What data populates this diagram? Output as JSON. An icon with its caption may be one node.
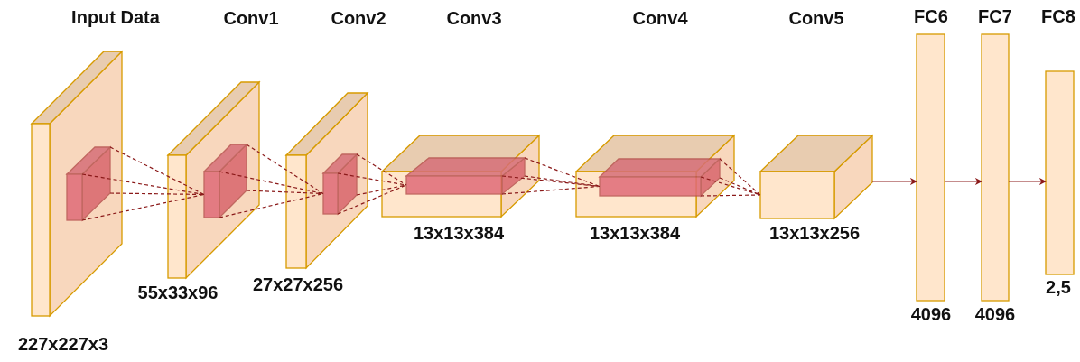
{
  "diagram": {
    "nodes": [
      {
        "text": [
          "Input Data"
        ],
        "beside": [
          "227x227x3"
        ]
      },
      {
        "text": [
          "Conv1"
        ],
        "beside": [
          "55x33x96"
        ]
      },
      {
        "text": [
          "Conv2"
        ],
        "beside": [
          "27x27x256"
        ]
      },
      {
        "text": [
          "Conv3"
        ],
        "beside": [
          "13x13x384"
        ]
      },
      {
        "text": [
          "Conv4"
        ],
        "beside": [
          "13x13x384"
        ]
      },
      {
        "text": [
          "Conv5"
        ],
        "beside": [
          "13x13x256"
        ]
      },
      {
        "text": [
          "FC6"
        ],
        "beside": [
          "4096"
        ]
      },
      {
        "text": [
          "FC7"
        ],
        "beside": [
          "4096"
        ]
      },
      {
        "text": [
          "FC8"
        ],
        "beside": [
          "2,5"
        ]
      },
      {
        "text": [],
        "shape": "box",
        "in": 0
      },
      {
        "text": [],
        "shape": "box",
        "in": 1
      },
      {
        "text": [],
        "shape": "box",
        "in": 2
      },
      {
        "text": [],
        "shape": "box",
        "in": 3
      },
      {
        "text": [],
        "shape": "box",
        "in": 4
      }
    ],
    "edges": [
      {
        "from": 9,
        "to": 10,
        "arrow": "none",
        "style": "dashed"
      },
      {
        "from": 10,
        "to": 11,
        "arrow": "none",
        "style": "dashed"
      },
      {
        "from": 11,
        "to": 12,
        "arrow": "none",
        "style": "dashed"
      },
      {
        "from": 12,
        "to": 13,
        "arrow": "none",
        "style": "dashed"
      },
      {
        "from": 13,
        "to": 5,
        "arrow": "none",
        "style": "dashed"
      },
      {
        "from": 5,
        "to": 6,
        "arrow": "to"
      },
      {
        "from": 6,
        "to": 7,
        "arrow": "to"
      },
      {
        "from": 7,
        "to": 8,
        "arrow": "to"
      }
    ]
  }
}
